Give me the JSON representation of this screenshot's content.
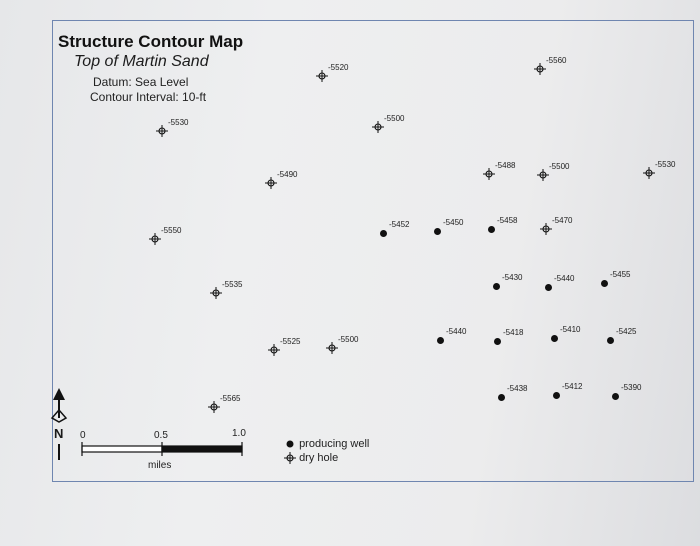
{
  "map": {
    "title": "Structure Contour Map",
    "subtitle": "Top of Martin Sand",
    "datum": "Datum: Sea Level",
    "contour_interval": "Contour Interval: 10-ft"
  },
  "wells": [
    {
      "type": "dry",
      "label": "-5520"
    },
    {
      "type": "dry",
      "label": "-5560"
    },
    {
      "type": "dry",
      "label": "-5530"
    },
    {
      "type": "dry",
      "label": "-5500"
    },
    {
      "type": "dry",
      "label": "-5490"
    },
    {
      "type": "dry",
      "label": "-5488"
    },
    {
      "type": "dry",
      "label": "-5500"
    },
    {
      "type": "dry",
      "label": "-5530"
    },
    {
      "type": "dry",
      "label": "-5550"
    },
    {
      "type": "producing",
      "label": "-5452"
    },
    {
      "type": "producing",
      "label": "-5450"
    },
    {
      "type": "producing",
      "label": "-5458"
    },
    {
      "type": "dry",
      "label": "-5470"
    },
    {
      "type": "dry",
      "label": "-5535"
    },
    {
      "type": "producing",
      "label": "-5430"
    },
    {
      "type": "producing",
      "label": "-5440"
    },
    {
      "type": "producing",
      "label": "-5455"
    },
    {
      "type": "dry",
      "label": "-5525"
    },
    {
      "type": "dry",
      "label": "-5500"
    },
    {
      "type": "producing",
      "label": "-5440"
    },
    {
      "type": "producing",
      "label": "-5418"
    },
    {
      "type": "producing",
      "label": "-5410"
    },
    {
      "type": "producing",
      "label": "-5425"
    },
    {
      "type": "producing",
      "label": "-5438"
    },
    {
      "type": "producing",
      "label": "-5412"
    },
    {
      "type": "producing",
      "label": "-5390"
    },
    {
      "type": "dry",
      "label": "-5565"
    }
  ],
  "north_arrow": {
    "letter": "N",
    "icon": "north-arrow-icon"
  },
  "scale_bar": {
    "ticks": [
      "0",
      "0.5",
      "1.0"
    ],
    "unit": "miles"
  },
  "legend": {
    "producing_label": "producing well",
    "dry_label": "dry hole"
  },
  "colors": {
    "frame": "#6f86b0",
    "ink": "#111111"
  }
}
